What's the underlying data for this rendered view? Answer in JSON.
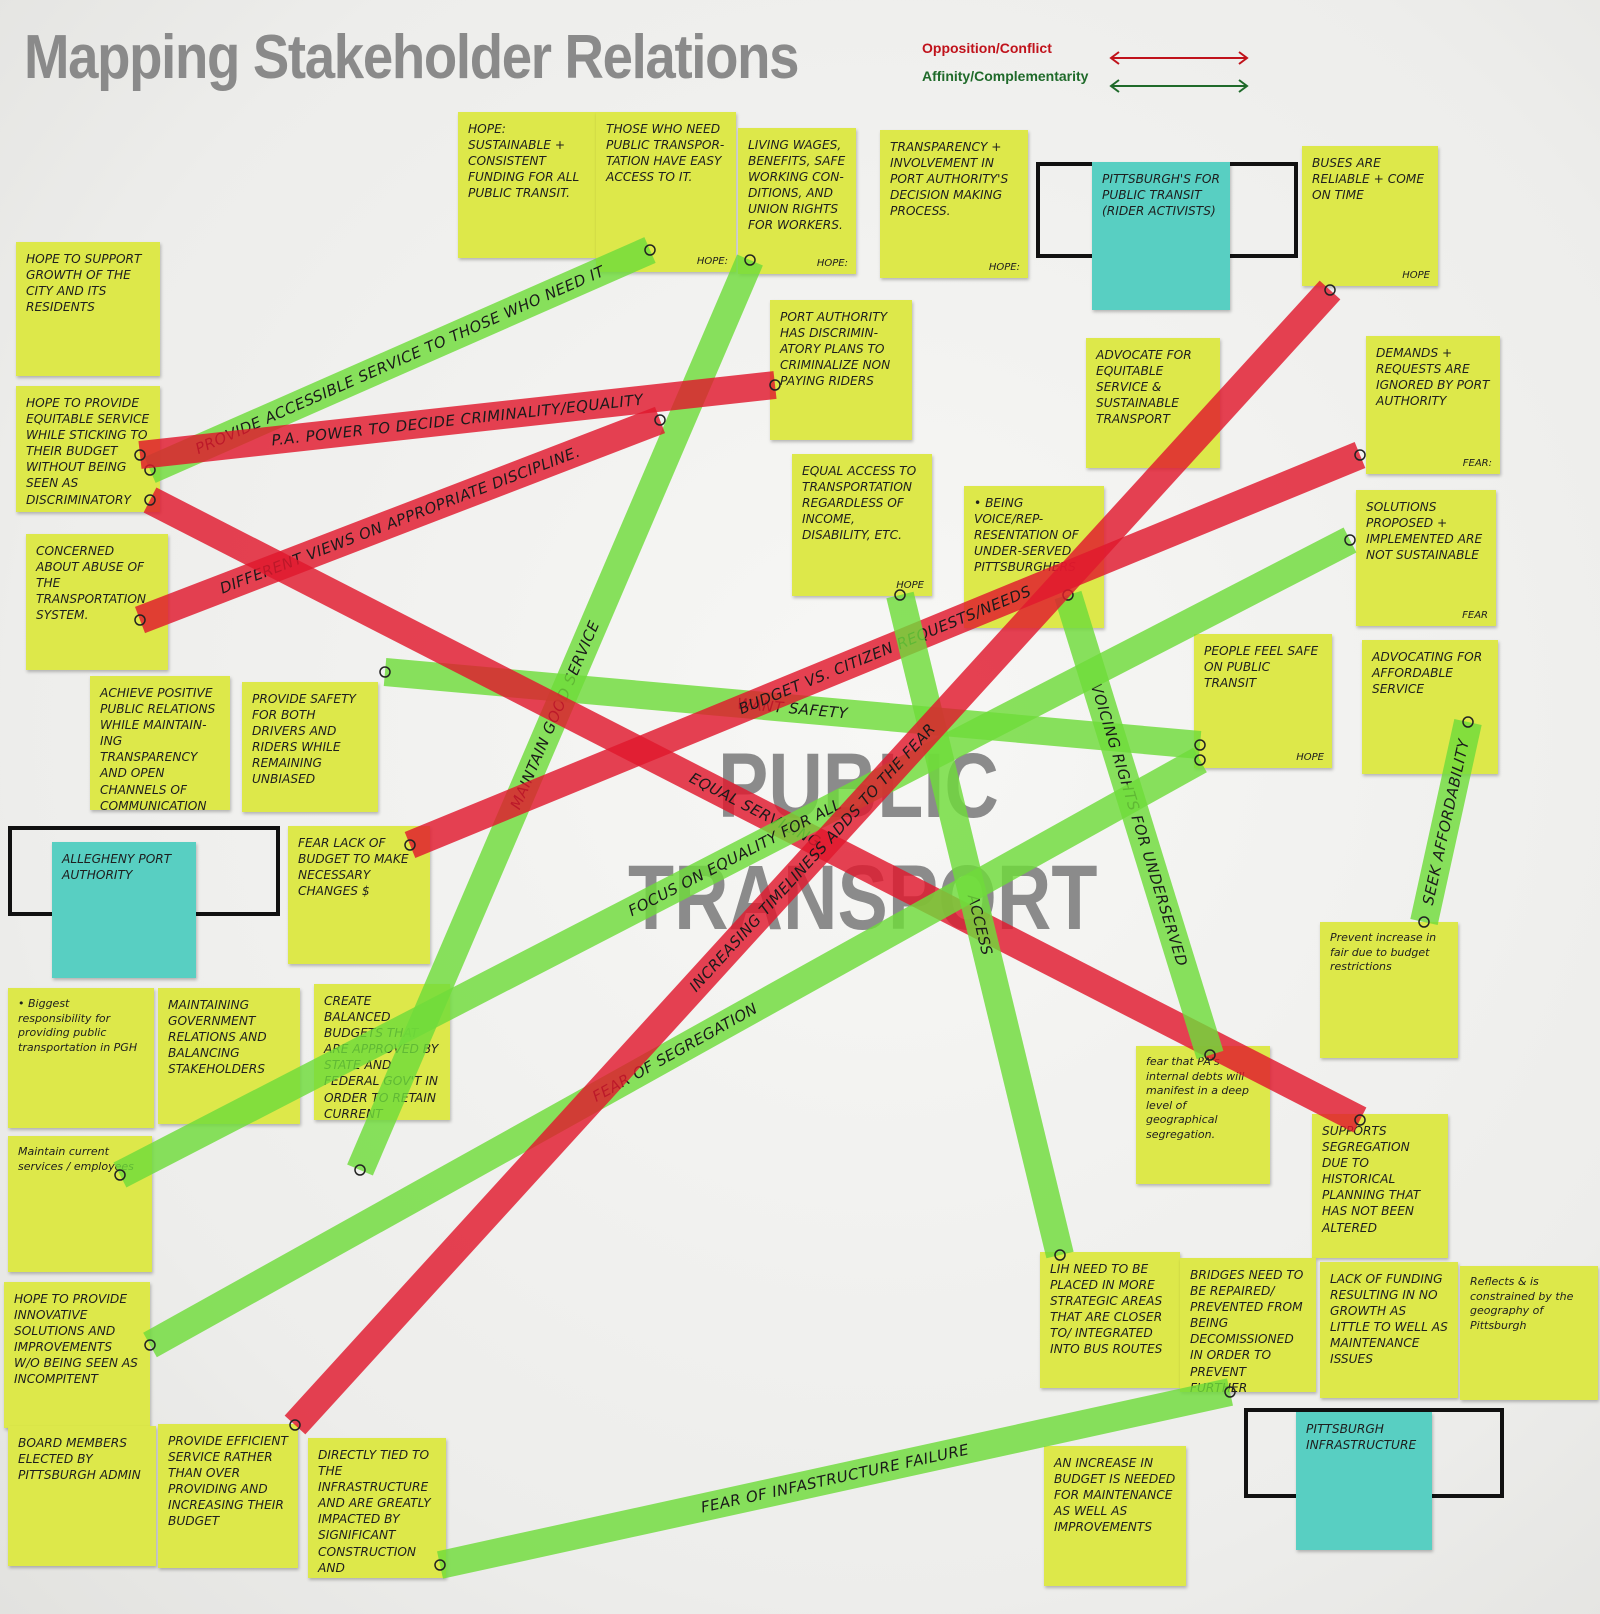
{
  "header": {
    "title": "Mapping Stakeholder Relations",
    "legend": [
      {
        "label": "Opposition/Conflict",
        "color": "#c0121b"
      },
      {
        "label": "Affinity/Complementarity",
        "color": "#1f6a2a"
      }
    ]
  },
  "center": {
    "line1": "PUBLIC",
    "line2": "TRANSPORT"
  },
  "colors": {
    "note_yellow": "#dde84a",
    "note_blue": "#58cfc2",
    "strip_red": "#e0192d",
    "strip_green": "#6fdc3a"
  },
  "stakeholders": {
    "riders": "PITTSBURGH'S FOR PUBLIC TRANSIT (RIDER ACTIVISTS)",
    "port_authority": "ALLEGHENY PORT AUTHORITY",
    "infrastructure": "PITTSBURGH INFRASTRUCTURE"
  },
  "notes": {
    "n1": "HOPE: SUSTAINABLE + CONSISTENT FUNDING FOR ALL PUBLIC TRANSIT.",
    "n2": "THOSE WHO NEED PUBLIC TRANSPOR-TATION HAVE EASY ACCESS TO IT.",
    "n3": "LIVING WAGES, BENEFITS, SAFE WORKING CON-DITIONS, AND UNION RIGHTS FOR WORKERS.",
    "n4": "TRANSPARENCY + INVOLVEMENT IN PORT AUTHORITY'S DECISION MAKING PROCESS.",
    "n5": "BUSES ARE RELIABLE + COME ON TIME",
    "n6": "HOPE TO SUPPORT GROWTH OF THE CITY AND ITS RESIDENTS",
    "n7": "HOPE TO PROVIDE EQUITABLE SERVICE WHILE STICKING TO THEIR BUDGET WITHOUT BEING SEEN AS DISCRIMINATORY",
    "n8": "CONCERNED ABOUT ABUSE OF THE TRANSPORTATION SYSTEM.",
    "n9": "PORT AUTHORITY HAS DISCRIMIN-ATORY PLANS TO CRIMINALIZE NON PAYING RIDERS",
    "n10": "ADVOCATE FOR EQUITABLE SERVICE & SUSTAINABLE TRANSPORT",
    "n11": "DEMANDS + REQUESTS ARE IGNORED BY PORT AUTHORITY",
    "n12": "EQUAL ACCESS TO TRANSPORTATION REGARDLESS OF INCOME, DISABILITY, ETC.",
    "n13": "• BEING VOICE/REP-RESENTATION OF UNDER-SERVED PITTSBURGHERS",
    "n14": "SOLUTIONS PROPOSED + IMPLEMENTED ARE NOT SUSTAINABLE",
    "n15": "ACHIEVE POSITIVE PUBLIC RELATIONS WHILE MAINTAIN-ING TRANSPARENCY AND OPEN CHANNELS OF COMMUNICATION",
    "n16": "PROVIDE SAFETY FOR BOTH DRIVERS AND RIDERS WHILE REMAINING UNBIASED",
    "n17": "PEOPLE FEEL SAFE ON PUBLIC TRANSIT",
    "n18": "ADVOCATING FOR AFFORDABLE SERVICE",
    "n19": "FEAR LACK OF BUDGET TO MAKE NECESSARY CHANGES $",
    "n20": "• Biggest responsibility for providing public transportation in PGH",
    "n21": "MAINTAINING GOVERNMENT RELATIONS AND BALANCING STAKEHOLDERS",
    "n22": "CREATE BALANCED BUDGETS THAT ARE APPROVED BY STATE AND FEDERAL GOV'T IN ORDER TO RETAIN CURRENT FUNDING LEVELS",
    "n23": "Prevent increase in fair due to budget restrictions",
    "n24": "Maintain current services / employees",
    "n25": "fear that PA's internal debts will manifest in a deep level of geographical segregation.",
    "n26": "SUPPORTS SEGREGATION DUE TO HISTORICAL PLANNING THAT HAS NOT BEEN ALTERED",
    "n27": "HOPE TO PROVIDE INNOVATIVE SOLUTIONS AND IMPROVEMENTS W/O BEING SEEN AS INCOMPITENT",
    "n28": "LIH NEED TO BE PLACED IN MORE STRATEGIC AREAS THAT ARE CLOSER TO/ INTEGRATED INTO BUS ROUTES",
    "n29": "BRIDGES NEED TO BE REPAIRED/ PREVENTED FROM BEING DECOMISSIONED IN ORDER TO PREVENT FURTHER DETOURS",
    "n30": "LACK OF FUNDING RESULTING IN NO GROWTH AS LITTLE TO WELL AS MAINTENANCE ISSUES",
    "n31": "Reflects & is constrained by the geography of Pittsburgh",
    "n32": "BOARD MEMBERS ELECTED BY PITTSBURGH ADMIN",
    "n33": "PROVIDE EFFICIENT SERVICE RATHER THAN OVER PROVIDING AND INCREASING THEIR BUDGET",
    "n34": "DIRECTLY TIED TO THE INFRASTRUCTURE AND ARE GREATLY IMPACTED BY SIGNIFICANT CONSTRUCTION AND MAINTENANCE",
    "n35": "AN INCREASE IN BUDGET IS NEEDED FOR MAINTENANCE AS WELL AS IMPROVEMENTS"
  },
  "tags": {
    "hope": "HOPE",
    "hope_colon": "HOPE:",
    "fear": "FEAR",
    "fear_colon": "FEAR:"
  },
  "strips": {
    "s1": "PROVIDE ACCESSIBLE SERVICE TO THOSE WHO NEED IT",
    "s2": "P.A. POWER TO DECIDE CRIMINALITY/EQUALITY",
    "s3": "DIFFERENT VIEWS ON APPROPRIATE DISCIPLINE.",
    "s4": "WANT SAFETY",
    "s5": "BUDGET VS. CITIZEN REQUESTS/NEEDS",
    "s6": "EQUAL SERVICING",
    "s7": "MAINTAIN GOOD SERVICE",
    "s8": "ACCESS",
    "s9": "VOICING RIGHTS FOR UNDERSERVED",
    "s10": "SEEK AFFORDABILITY",
    "s11": "FOCUS ON EQUALITY FOR ALL",
    "s12": "FEAR OF SEGREGATION",
    "s13": "INCREASING TIMELINESS ADDS TO THE FEAR",
    "s14": "FEAR OF INFASTRUCTURE FAILURE"
  }
}
